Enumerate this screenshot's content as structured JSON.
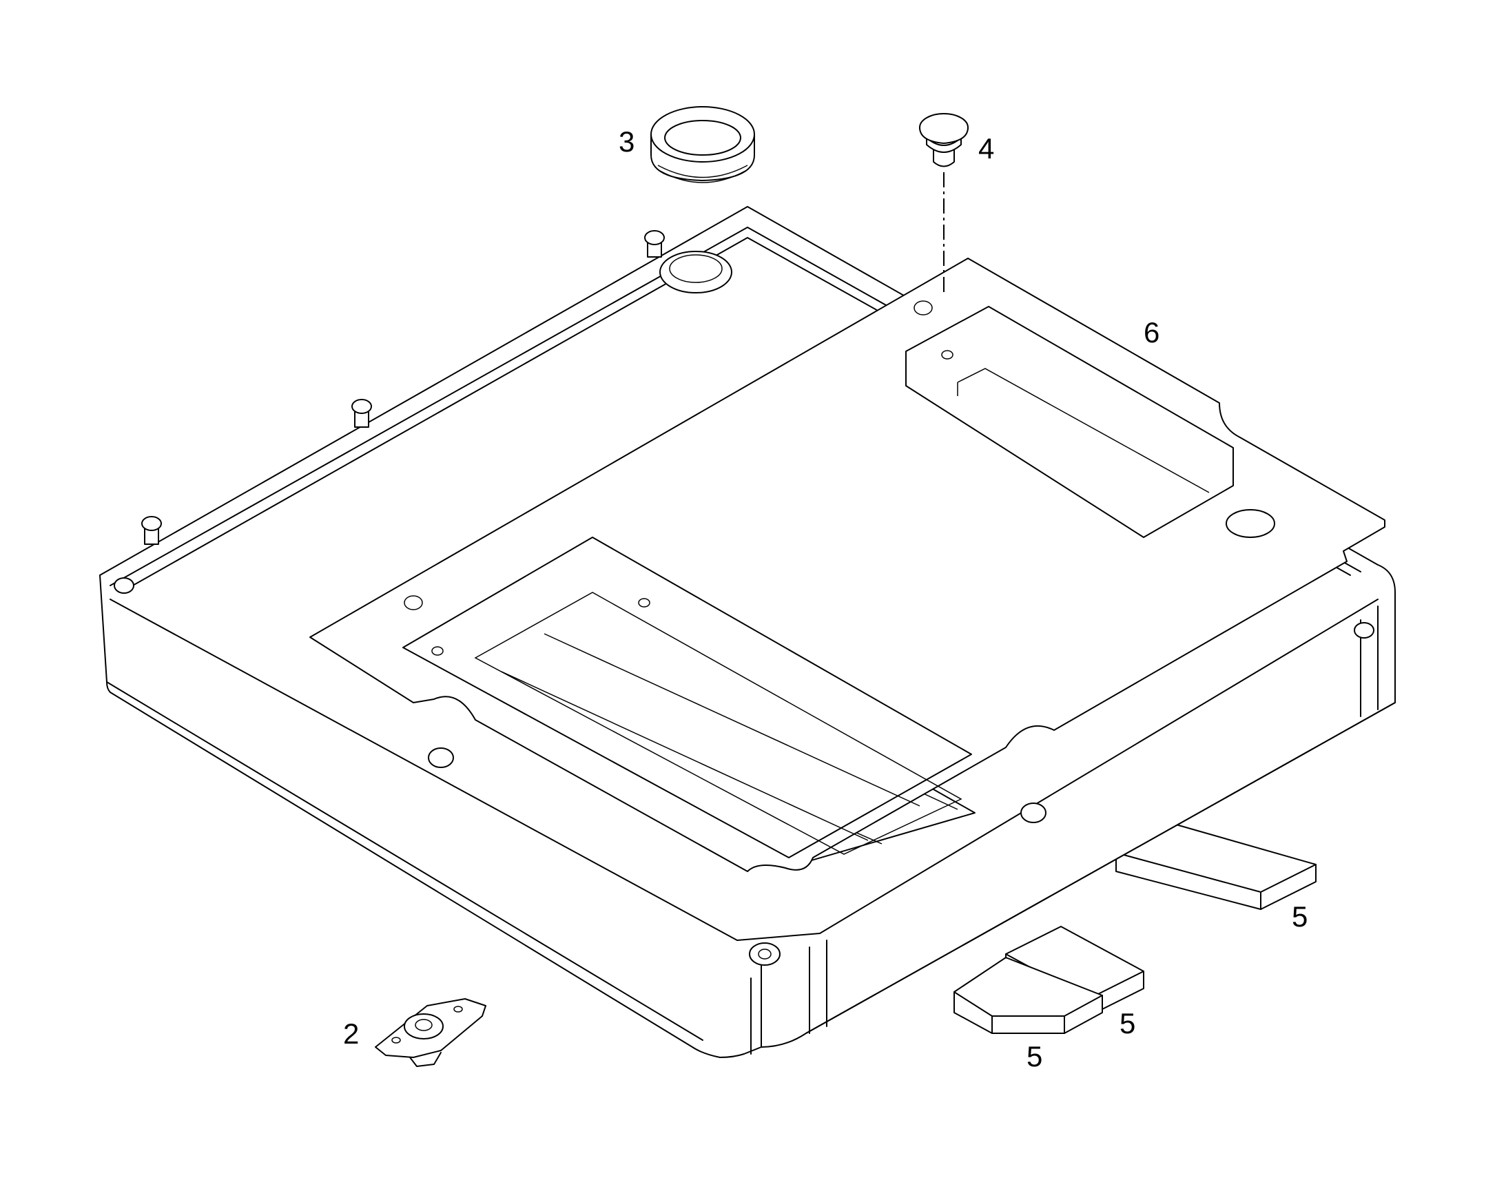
{
  "callouts": [
    {
      "id": "2",
      "label": "2"
    },
    {
      "id": "3",
      "label": "3"
    },
    {
      "id": "4",
      "label": "4"
    },
    {
      "id": "5a",
      "label": "5"
    },
    {
      "id": "5b",
      "label": "5"
    },
    {
      "id": "5c",
      "label": "5"
    },
    {
      "id": "6",
      "label": "6"
    }
  ]
}
